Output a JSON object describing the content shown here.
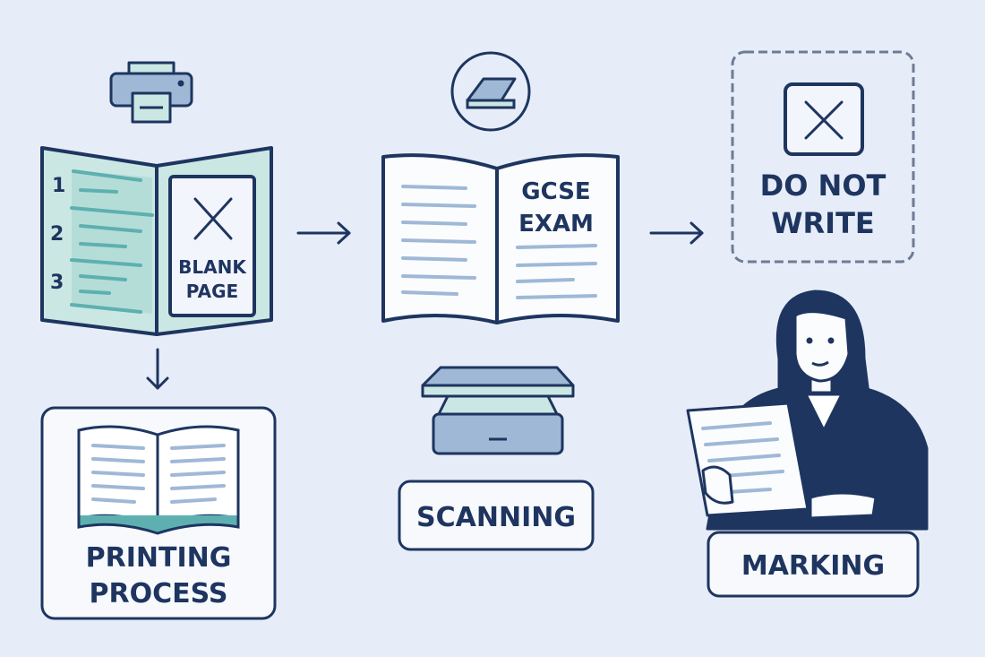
{
  "colors": {
    "background": "#e6edf8",
    "navy": "#1e3560",
    "teal_light": "#cbe7e3",
    "teal_line": "#5eb0b0",
    "blue_line": "#9fb8d6",
    "box": "#f7f9fd"
  },
  "step1": {
    "booklet_numbers": [
      "1",
      "2",
      "3"
    ],
    "blank_page_line1": "BLANK",
    "blank_page_line2": "PAGE",
    "label_line1": "PRINTING",
    "label_line2": "PROCESS"
  },
  "step2": {
    "exam_line1": "GCSE",
    "exam_line2": "EXAM",
    "label": "SCANNING"
  },
  "step3": {
    "warning_line1": "DO NOT",
    "warning_line2": "WRITE",
    "label": "MARKING"
  }
}
